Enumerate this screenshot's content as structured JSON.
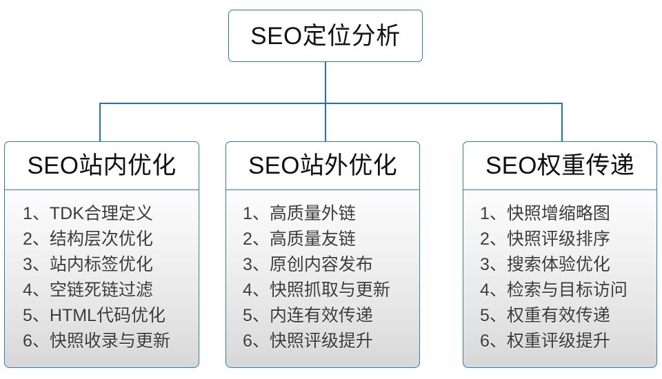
{
  "diagram": {
    "root": {
      "label": "SEO定位分析"
    },
    "branches": [
      {
        "title": "SEO站内优化",
        "items": [
          "1、TDK合理定义",
          "2、结构层次优化",
          "3、站内标签优化",
          "4、空链死链过滤",
          "5、HTML代码优化",
          "6、快照收录与更新"
        ]
      },
      {
        "title": "SEO站外优化",
        "items": [
          "1、高质量外链",
          "2、高质量友链",
          "3、原创内容发布",
          "4、快照抓取与更新",
          "5、内连有效传递",
          "6、快照评级提升"
        ]
      },
      {
        "title": "SEO权重传递",
        "items": [
          "1、快照增缩略图",
          "2、快照评级排序",
          "3、搜索体验优化",
          "4、检索与目标访问",
          "5、权重有效传递",
          "6、权重评级提升"
        ]
      }
    ],
    "colors": {
      "border": "#2b7ac4",
      "connector": "#1f6fc0",
      "header_background": "#ffffff",
      "body_gradient_top": "#fdfdfd",
      "body_gradient_bottom": "#d7d7d7",
      "title_text": "#141414",
      "item_text": "#3b3b3b"
    }
  }
}
